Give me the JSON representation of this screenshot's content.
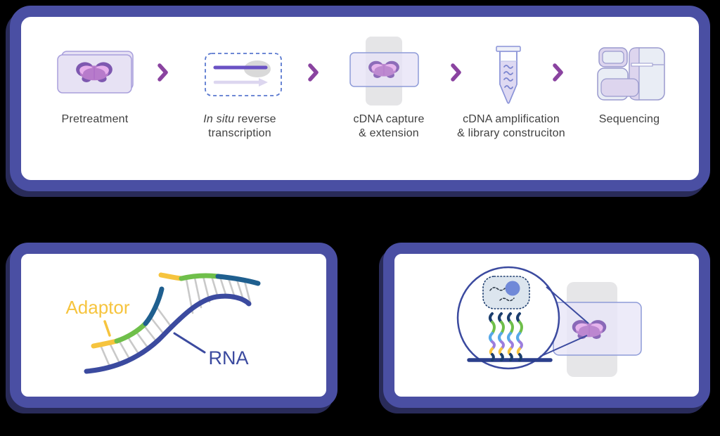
{
  "workflow": {
    "steps": [
      {
        "label": "Pretreatment"
      },
      {
        "label_italic": "In situ",
        "label_after_italic": " reverse",
        "label_line2": "transcription"
      },
      {
        "label_line1": "cDNA capture",
        "label_line2": "& extension"
      },
      {
        "label_line1": "cDNA amplification",
        "label_line2": "& library construciton"
      },
      {
        "label": "Sequencing"
      }
    ]
  },
  "rna_panel": {
    "adaptor_label": "Adaptor",
    "rna_label": "RNA"
  },
  "colors": {
    "page_background": "#000000",
    "panel_border_indigo": "#4a4fa3",
    "panel_background": "#ffffff",
    "chevron_purple": "#8a43a0",
    "step_label_text": "#404040",
    "adaptor_yellow": "#f6c43e",
    "probe_green": "#6fbf4a",
    "probe_teal": "#1f5f8f",
    "probe_lightblue": "#57a9e8",
    "probe_violet": "#9c7edd",
    "probe_navy": "#1c3e6e",
    "rna_blue": "#3b4a9f",
    "brain_dark_purple": "#7e58b0",
    "brain_mid_purple": "#b77bcb",
    "brain_light_purple": "#e6aeec",
    "chip_gray": "#e4e4e6",
    "slide_lavender": "#e7e2f4"
  }
}
